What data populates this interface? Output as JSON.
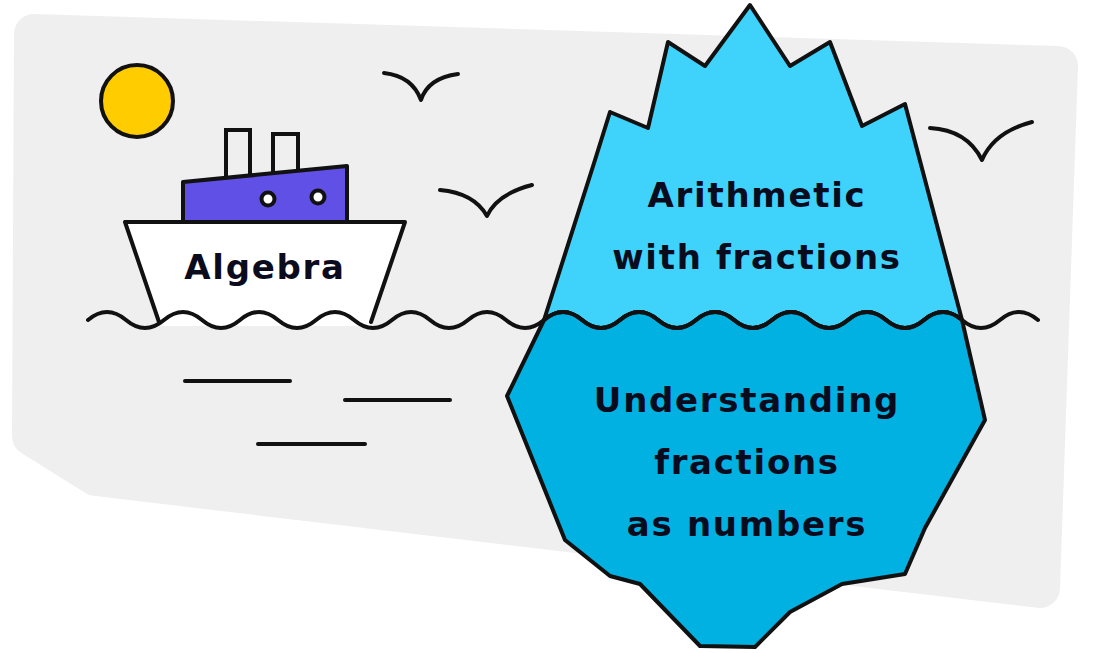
{
  "diagram": {
    "nodes": [
      {
        "text": [
          "Algebra"
        ]
      },
      {
        "text": [
          "Arithmetic with fractions"
        ]
      },
      {
        "text": [
          "Understanding fractions as numbers"
        ]
      }
    ]
  }
}
